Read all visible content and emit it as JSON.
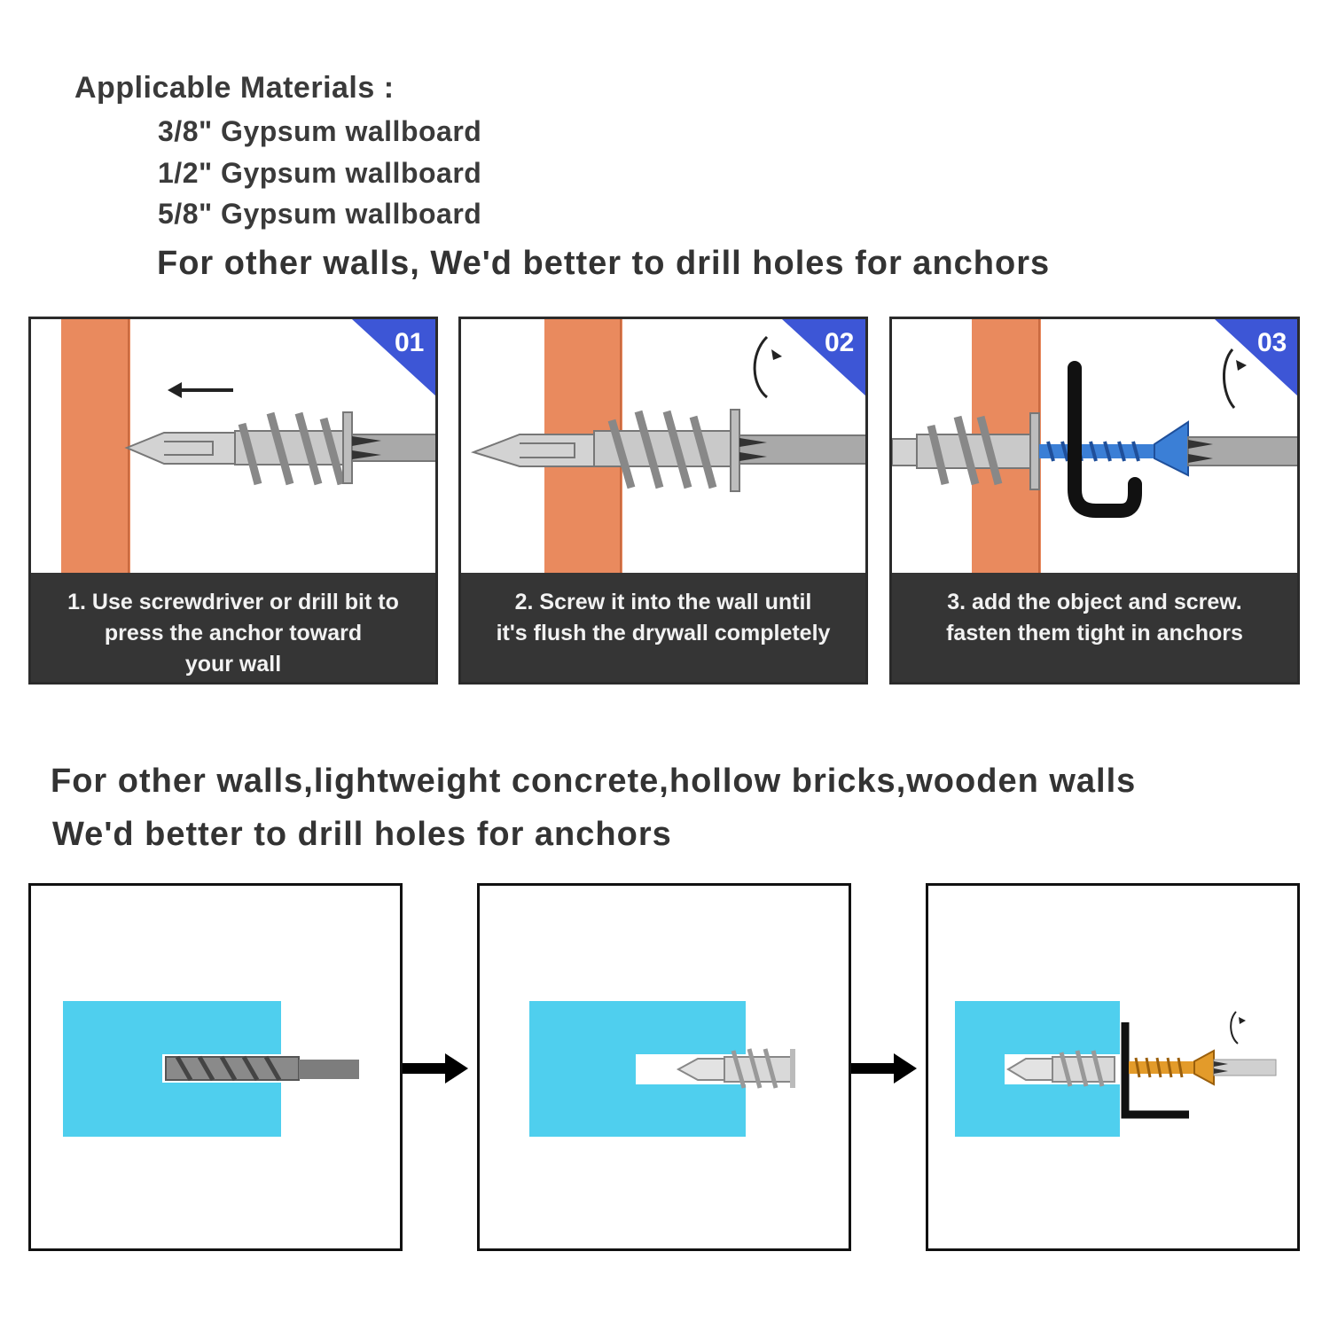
{
  "materials": {
    "heading": "Applicable Materials :",
    "items": [
      "3/8\" Gypsum wallboard",
      "1/2\" Gypsum wallboard",
      "5/8\" Gypsum wallboard"
    ],
    "note": "For other walls, We'd better to drill holes for anchors"
  },
  "steps": [
    {
      "badge": "01",
      "caption": [
        "1.  Use screwdriver or drill bit to",
        "press the anchor toward",
        "your wall"
      ]
    },
    {
      "badge": "02",
      "caption": [
        "2.   Screw it into the wall until",
        "it's flush the drywall completely"
      ]
    },
    {
      "badge": "03",
      "caption": [
        "3.   add the object and screw.",
        "fasten them tight in anchors"
      ]
    }
  ],
  "other_walls": {
    "line1": "For other walls,lightweight concrete,hollow bricks,wooden walls",
    "line2": "We'd better to drill holes for anchors"
  },
  "colors": {
    "wall": "#e98a5e",
    "badge": "#3d56d6",
    "caption_bg": "#353535",
    "concrete": "#4fcfee",
    "screw_blue": "#3b7fd6",
    "screw_gold": "#e39b2a"
  }
}
